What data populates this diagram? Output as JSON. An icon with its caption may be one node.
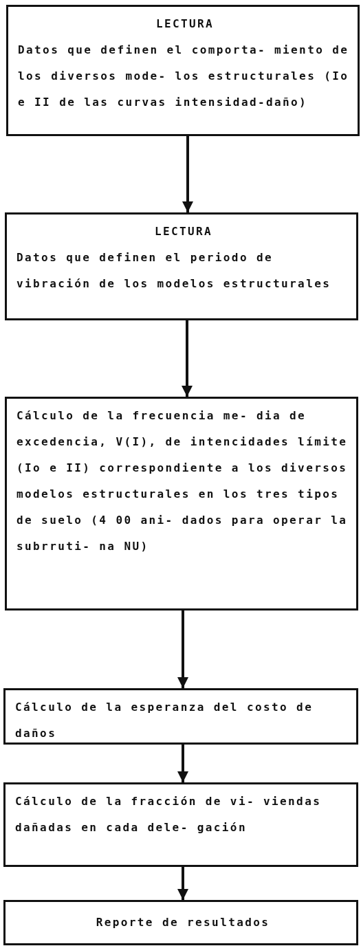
{
  "diagram": {
    "nodes": [
      {
        "text": [
          "LECTURA",
          "Datos que definen el comporta- miento de los diversos mode- los estructurales (Io e II de las curvas intensidad-daño)"
        ]
      },
      {
        "text": [
          "LECTURA",
          "Datos que definen el periodo de vibración de los modelos estructurales"
        ]
      },
      {
        "text": [
          "Cálculo de la frecuencia me- dia de excedencia, V(I), de intencidades límite (Io e II) correspondiente a los diversos modelos estructurales en los tres tipos de suelo (4 00 ani- dados para operar la subrruti- na NU)"
        ]
      },
      {
        "text": [
          "Cálculo de la esperanza del costo de daños"
        ]
      },
      {
        "text": [
          "Cálculo de la fracción de vi- viendas dañadas en cada dele- gación"
        ]
      },
      {
        "text": [
          "Reporte de resultados"
        ]
      }
    ],
    "edges": [
      {
        "from": 0,
        "to": 1,
        "arrow": "to"
      },
      {
        "from": 1,
        "to": 2,
        "arrow": "to"
      },
      {
        "from": 2,
        "to": 3,
        "arrow": "to"
      },
      {
        "from": 3,
        "to": 4,
        "arrow": "to"
      },
      {
        "from": 4,
        "to": 5,
        "arrow": "to"
      }
    ]
  }
}
